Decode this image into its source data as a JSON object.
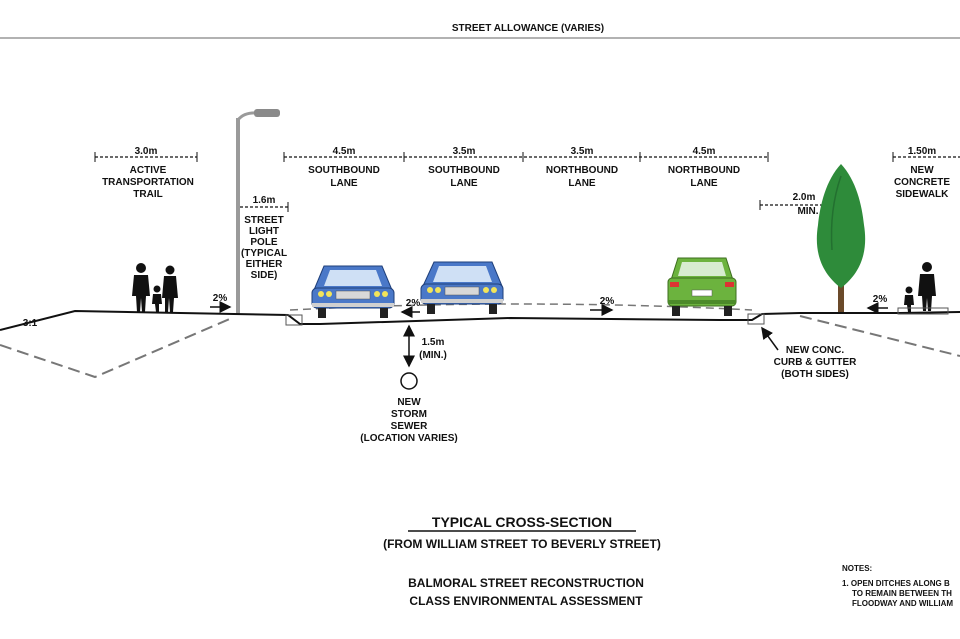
{
  "header": {
    "allowance": "STREET ALLOWANCE (VARIES)"
  },
  "trail": {
    "width": "3.0m",
    "line1": "ACTIVE",
    "line2": "TRANSPORTATION",
    "line3": "TRAIL",
    "slope": "2%"
  },
  "pole": {
    "width": "1.6m",
    "lines": [
      "STREET",
      "LIGHT",
      "POLE",
      "(TYPICAL",
      "EITHER",
      "SIDE)"
    ]
  },
  "lanes": [
    {
      "width": "4.5m",
      "line1": "SOUTHBOUND",
      "line2": "LANE"
    },
    {
      "width": "3.5m",
      "line1": "SOUTHBOUND",
      "line2": "LANE"
    },
    {
      "width": "3.5m",
      "line1": "NORTHBOUND",
      "line2": "LANE"
    },
    {
      "width": "4.5m",
      "line1": "NORTHBOUND",
      "line2": "LANE"
    }
  ],
  "boulevard": {
    "width": "2.0m",
    "min": "MIN."
  },
  "sidewalk": {
    "width": "1.50m",
    "line1": "NEW",
    "line2": "CONCRETE",
    "line3": "SIDEWALK",
    "slope": "2%"
  },
  "road": {
    "slope_left": "2%",
    "slope_right": "2%"
  },
  "ditch": {
    "slope": "3:1"
  },
  "sewer": {
    "depth": "1.5m",
    "min": "(MIN.)",
    "line1": "NEW",
    "line2": "STORM",
    "line3": "SEWER",
    "line4": "(LOCATION VARIES)"
  },
  "curb": {
    "line1": "NEW CONC.",
    "line2": "CURB & GUTTER",
    "line3": "(BOTH SIDES)"
  },
  "title": {
    "main": "TYPICAL CROSS-SECTION",
    "sub": "(FROM WILLIAM STREET TO BEVERLY STREET)",
    "project1": "BALMORAL STREET RECONSTRUCTION",
    "project2": "CLASS ENVIRONMENTAL ASSESSMENT"
  },
  "notes": {
    "heading": "NOTES:",
    "line1": "1.  OPEN DITCHES ALONG B",
    "line2": "TO REMAIN BETWEEN TH",
    "line3": "FLOODWAY AND WILLIAM"
  },
  "colors": {
    "car_blue": "#4a78c8",
    "car_green": "#6cb33e",
    "tree": "#2e8b3a",
    "pole": "#9a9a9a"
  }
}
